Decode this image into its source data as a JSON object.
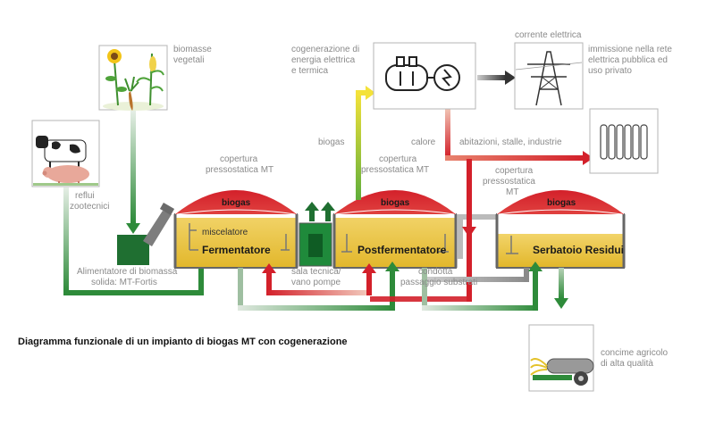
{
  "caption": "Diagramma funzionale di un impianto di biogas MT con cogenerazione",
  "labels": {
    "biomasse": [
      "biomasse",
      "vegetali"
    ],
    "reflui": [
      "reflui",
      "zootecnici"
    ],
    "alimentatore": [
      "Alimentatore di biomassa",
      "solida: MT-Fortis"
    ],
    "cogenerazione": [
      "cogenerazione di",
      "energia elettrica",
      "e termica"
    ],
    "corrente": "corrente elettrica",
    "immissione": [
      "immissione nella rete",
      "elettrica pubblica ed",
      "uso privato"
    ],
    "biogas_flow": "biogas",
    "calore": "calore",
    "abitazioni": "abitazioni, stalle, industrie",
    "copertura_1": [
      "copertura",
      "pressostatica MT"
    ],
    "copertura_2": [
      "copertura",
      "pressostatica MT"
    ],
    "copertura_3": [
      "copertura",
      "pressostatica",
      "MT"
    ],
    "miscelatore": "miscelatore",
    "sala_tecnica": [
      "sala tecnica/",
      "vano pompe"
    ],
    "condotta": [
      "condotta",
      "passaggio substrati"
    ],
    "concime": [
      "concime agricolo",
      "di alta qualità"
    ]
  },
  "tanks": {
    "t1_name": "Fermentatore",
    "t2_name": "Postfermentatore",
    "t3_name": "Serbatoio Residui",
    "gas": "biogas"
  },
  "colors": {
    "green": "#2e8b3a",
    "red": "#d3202a",
    "yellow": "#e9c23a",
    "gray": "#8a8a8a"
  },
  "icons": [
    "sunflower-icon",
    "cow-icon",
    "pig-icon",
    "chp-engine-icon",
    "power-pylon-icon",
    "radiator-icon",
    "tractor-spreader-icon"
  ]
}
